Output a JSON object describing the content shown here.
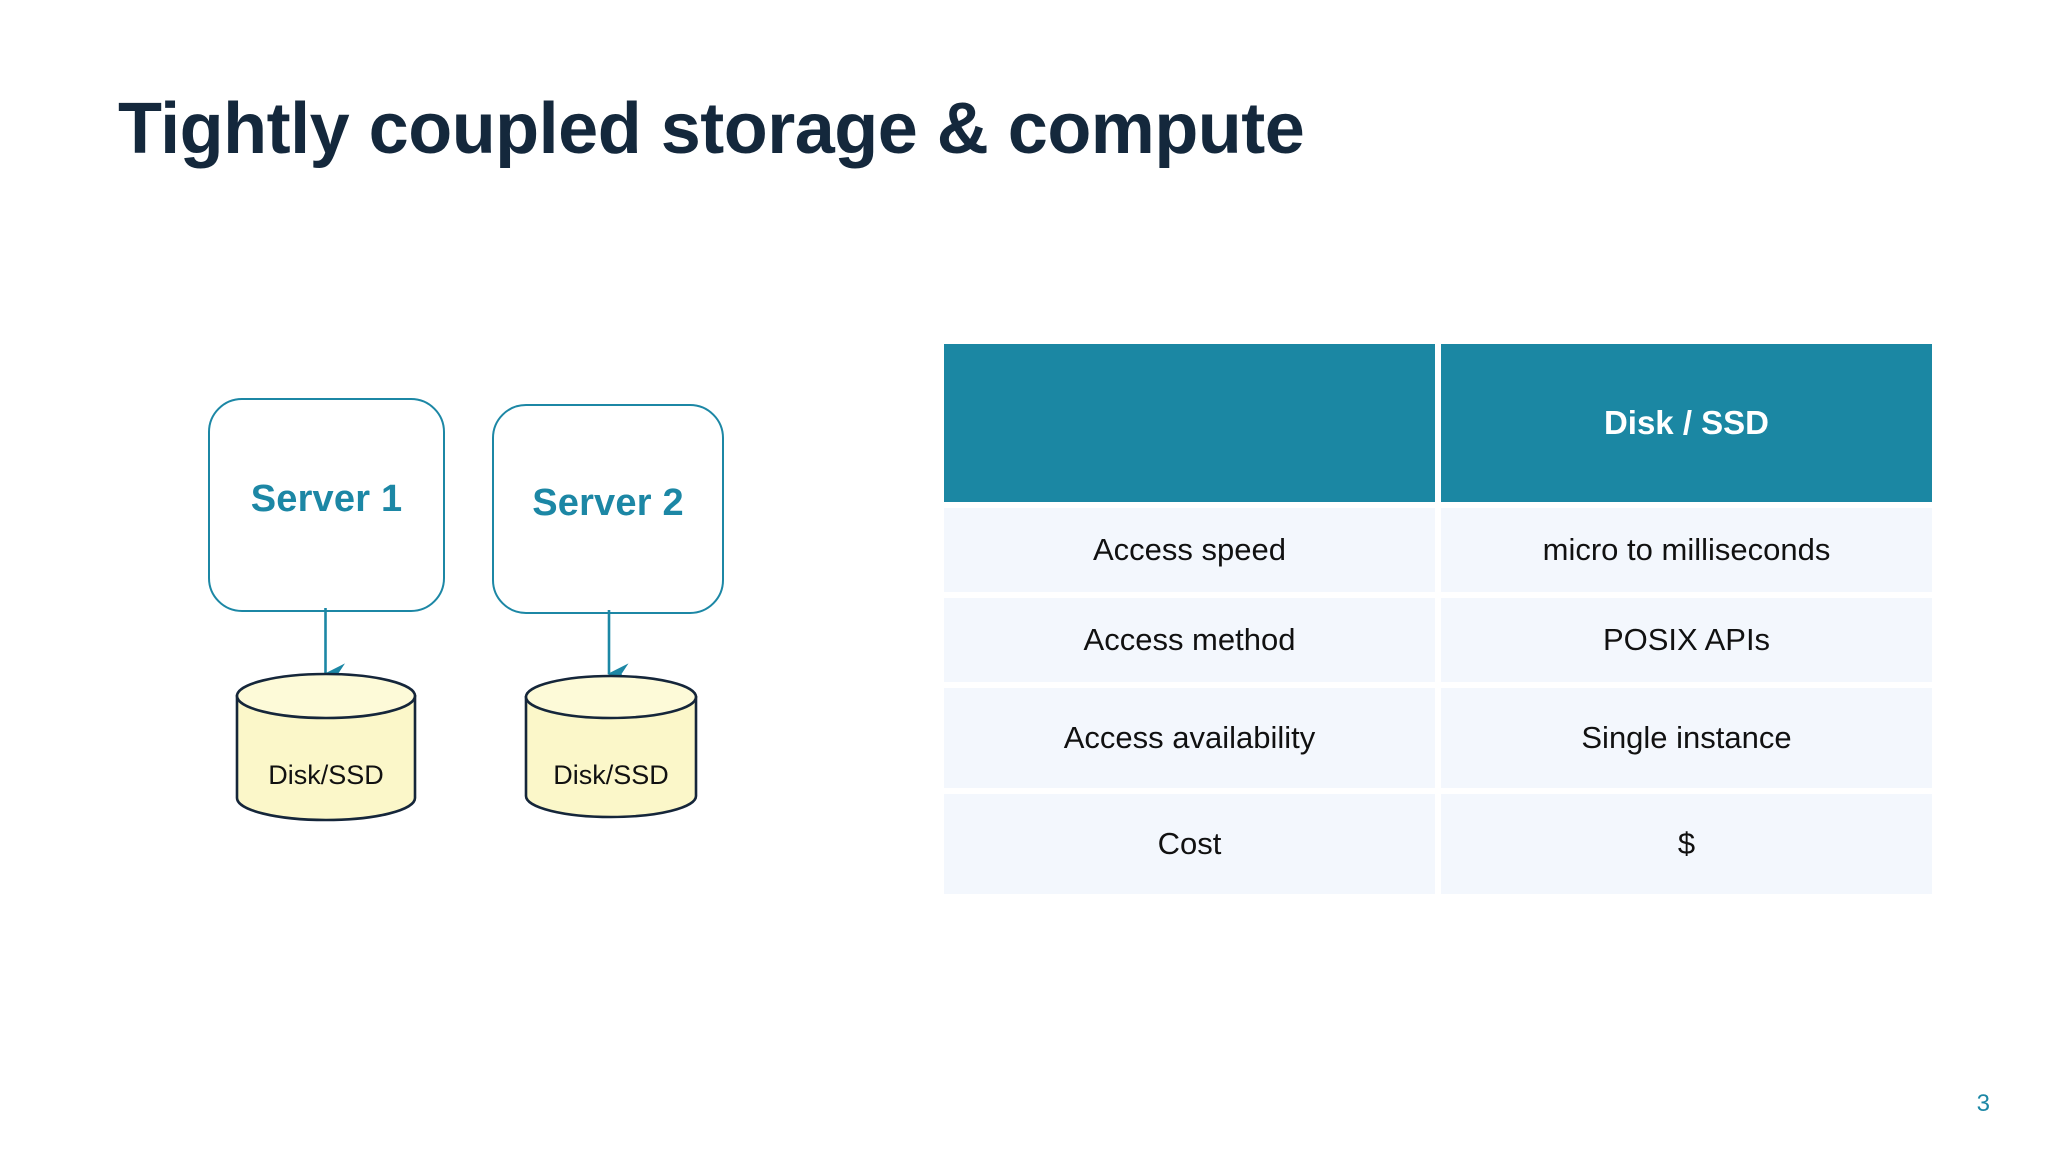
{
  "slide": {
    "title": "Tightly coupled storage & compute",
    "page_number": "3"
  },
  "colors": {
    "title_navy": "#14283c",
    "teal_accent": "#1c87a5",
    "table_header_teal": "#1b87a3",
    "table_row_bg": "#f3f7fd",
    "cylinder_fill": "#fbf7c9",
    "cylinder_stroke": "#15263a"
  },
  "diagram": {
    "nodes": [
      {
        "id": "server-1",
        "label": "Server 1",
        "storage_label": "Disk/SSD",
        "connector": "arrow-down"
      },
      {
        "id": "server-2",
        "label": "Server 2",
        "storage_label": "Disk/SSD",
        "connector": "arrow-down"
      }
    ]
  },
  "table": {
    "headers": [
      "",
      "Disk / SSD"
    ],
    "rows": [
      {
        "attribute": "Access speed",
        "disk_ssd": "micro to milliseconds"
      },
      {
        "attribute": "Access method",
        "disk_ssd": "POSIX APIs"
      },
      {
        "attribute": "Access availability",
        "disk_ssd": "Single instance"
      },
      {
        "attribute": "Cost",
        "disk_ssd": "$"
      }
    ]
  }
}
